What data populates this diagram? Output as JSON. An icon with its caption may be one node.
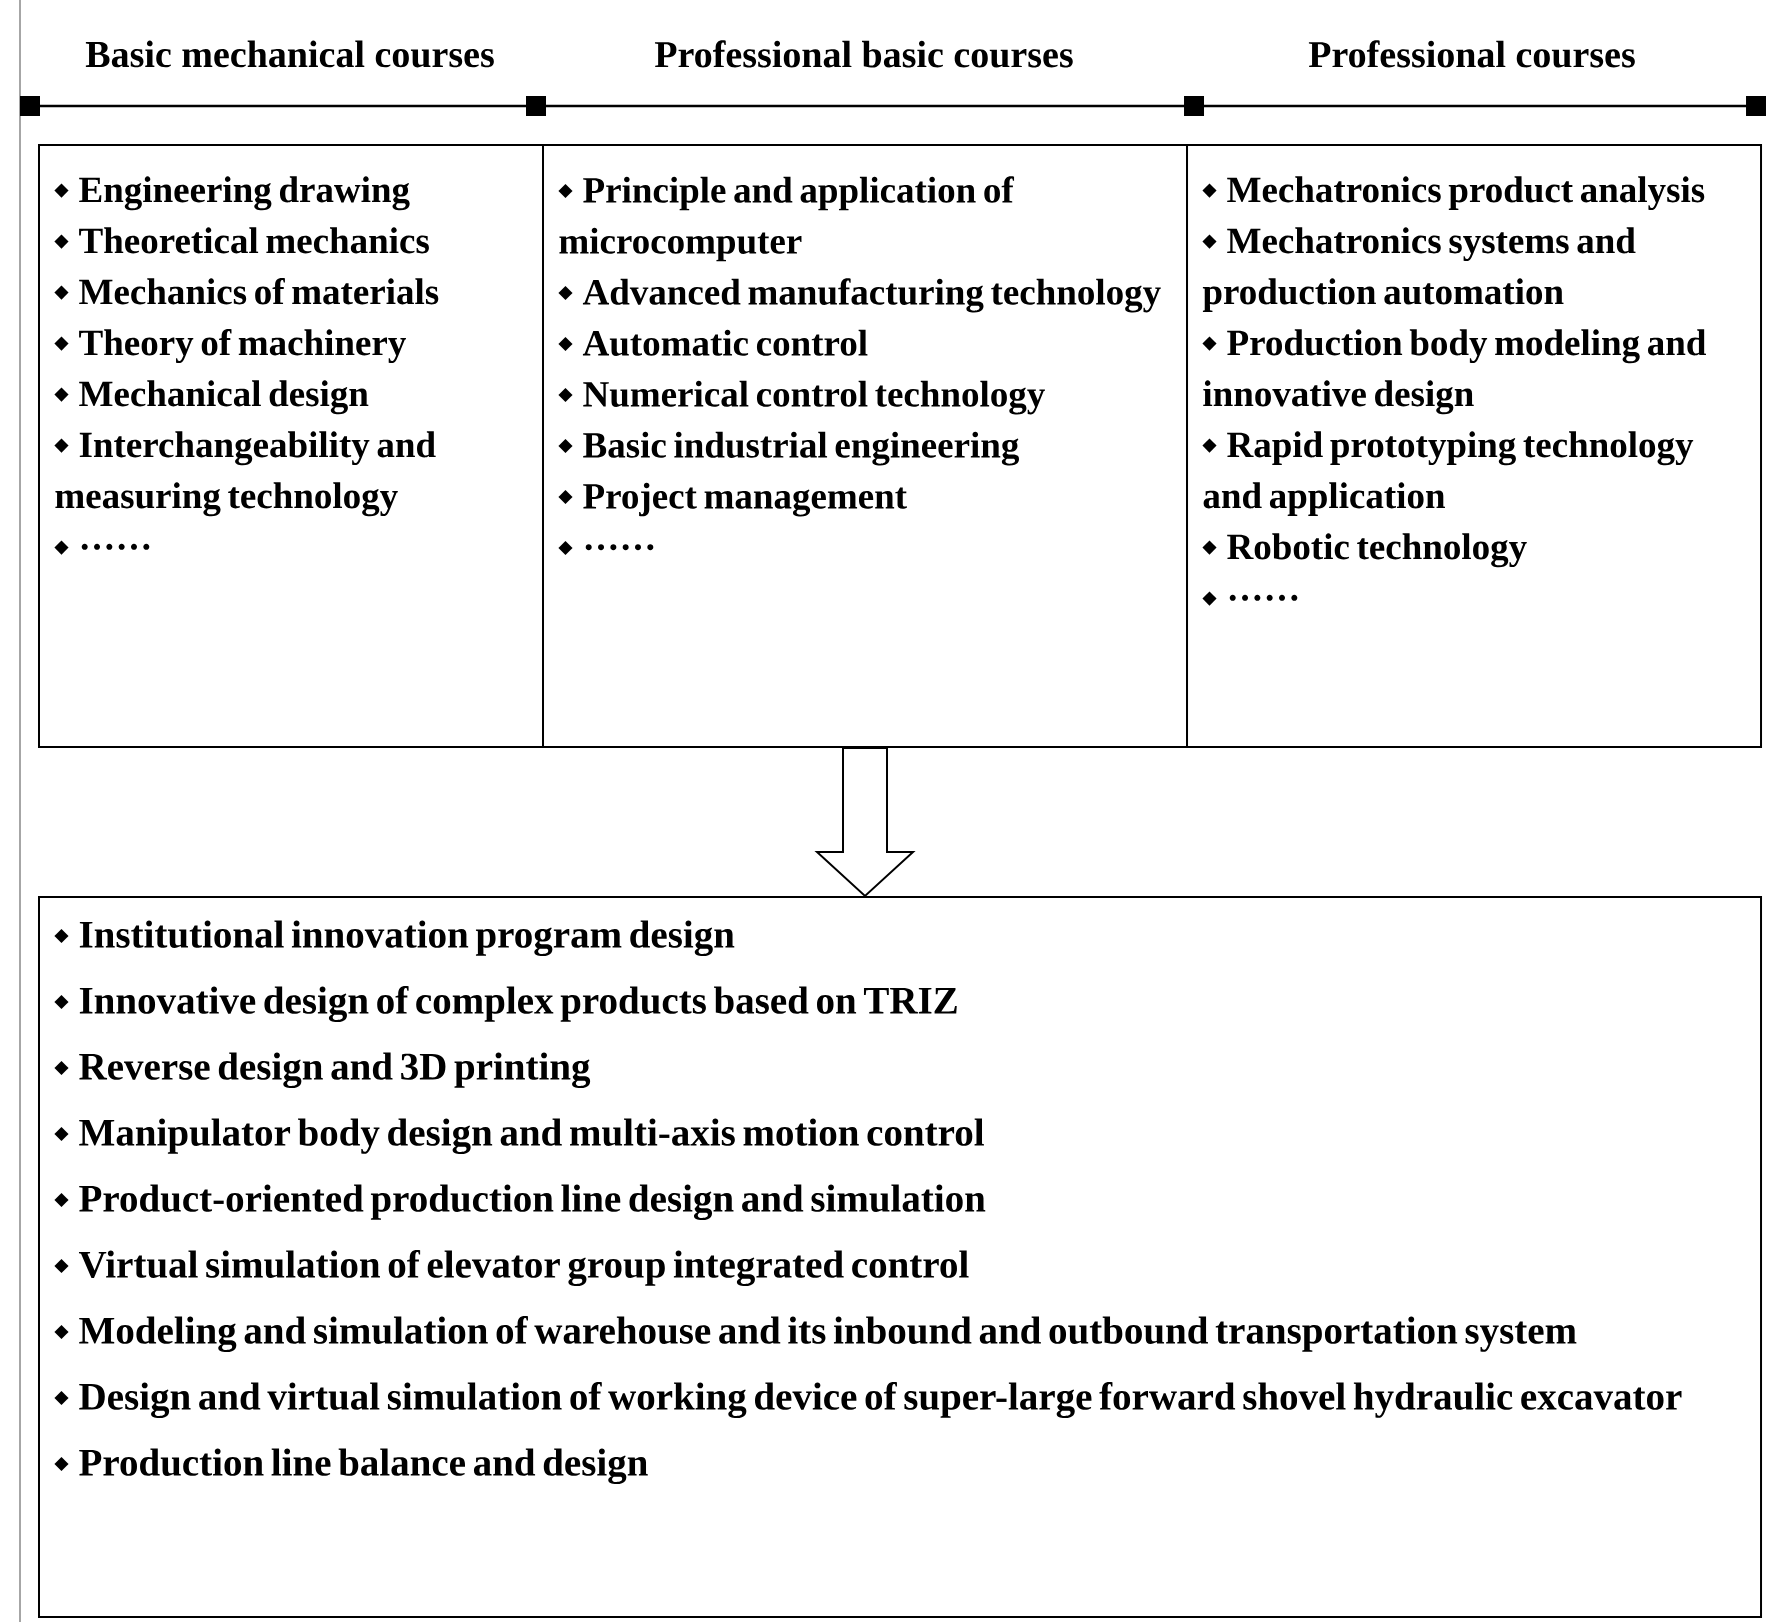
{
  "diagram": {
    "nodes": [
      {
        "text": [
          "Basic mechanical courses",
          "Engineering drawing",
          "Theoretical mechanics",
          "Mechanics of materials",
          "Theory of machinery",
          "Mechanical design",
          "Interchangeability and measuring technology",
          "······"
        ]
      },
      {
        "text": [
          "Professional basic courses",
          "Principle and application of microcomputer",
          "Advanced manufacturing technology",
          "Automatic control",
          "Numerical control technology",
          "Basic industrial engineering",
          "Project management",
          "······"
        ]
      },
      {
        "text": [
          "Professional courses",
          "Mechatronics product analysis",
          "Mechatronics systems and production automation",
          "Production body modeling and innovative design",
          "Rapid prototyping technology and application",
          "Robotic technology",
          "······"
        ]
      },
      {
        "text": [
          "Institutional innovation program design",
          "Innovative design of complex products based on TRIZ",
          "Reverse design and 3D printing",
          "Manipulator body design and multi-axis motion control",
          "Product-oriented production line design and simulation",
          "Virtual simulation of elevator group integrated control",
          "Modeling and simulation of warehouse and its inbound and outbound transportation system",
          "Design and virtual simulation of working device of super-large forward shovel hydraulic excavator",
          "Production line balance and design"
        ]
      }
    ],
    "edges": [
      {
        "from": 1,
        "to": 3,
        "arrow": "to"
      }
    ]
  }
}
